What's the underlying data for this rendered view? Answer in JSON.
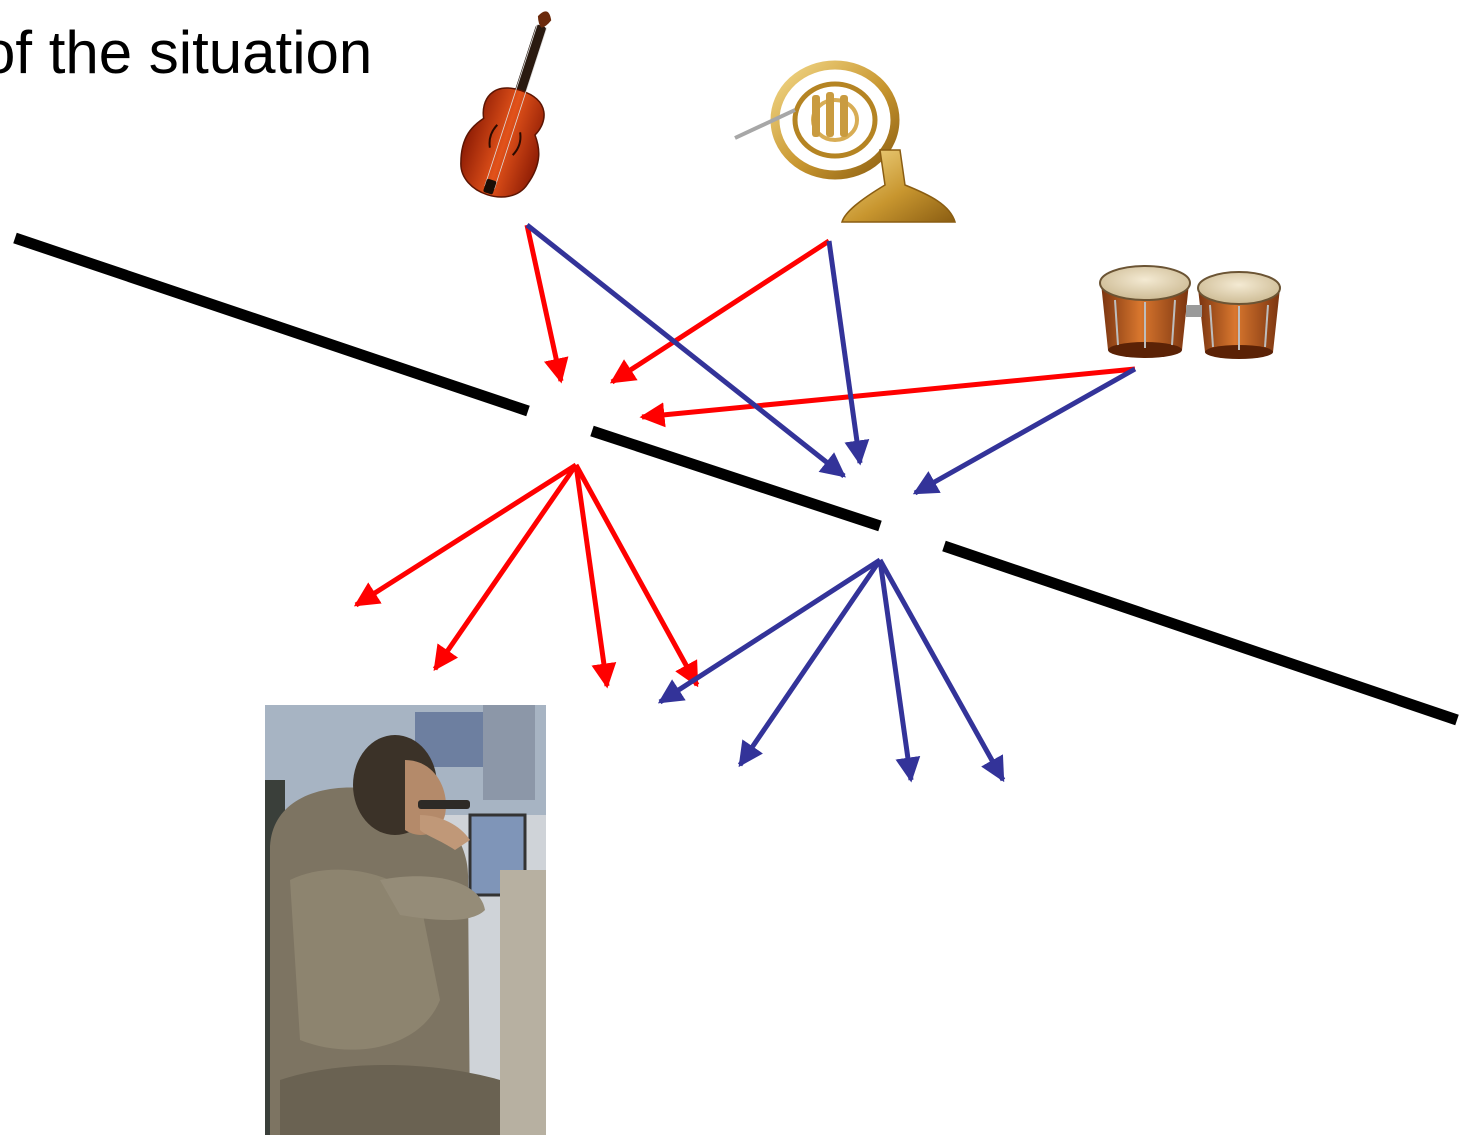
{
  "slide": {
    "title": "of the situation"
  },
  "colors": {
    "background": "#ffffff",
    "path_a": "#ff0000",
    "path_b": "#333399",
    "barrier": "#000000"
  },
  "scene": {
    "sources": [
      "violin",
      "french-horn",
      "bongo-drums"
    ],
    "listener": "person-playing-harmonica",
    "barrier_gaps": 2
  }
}
